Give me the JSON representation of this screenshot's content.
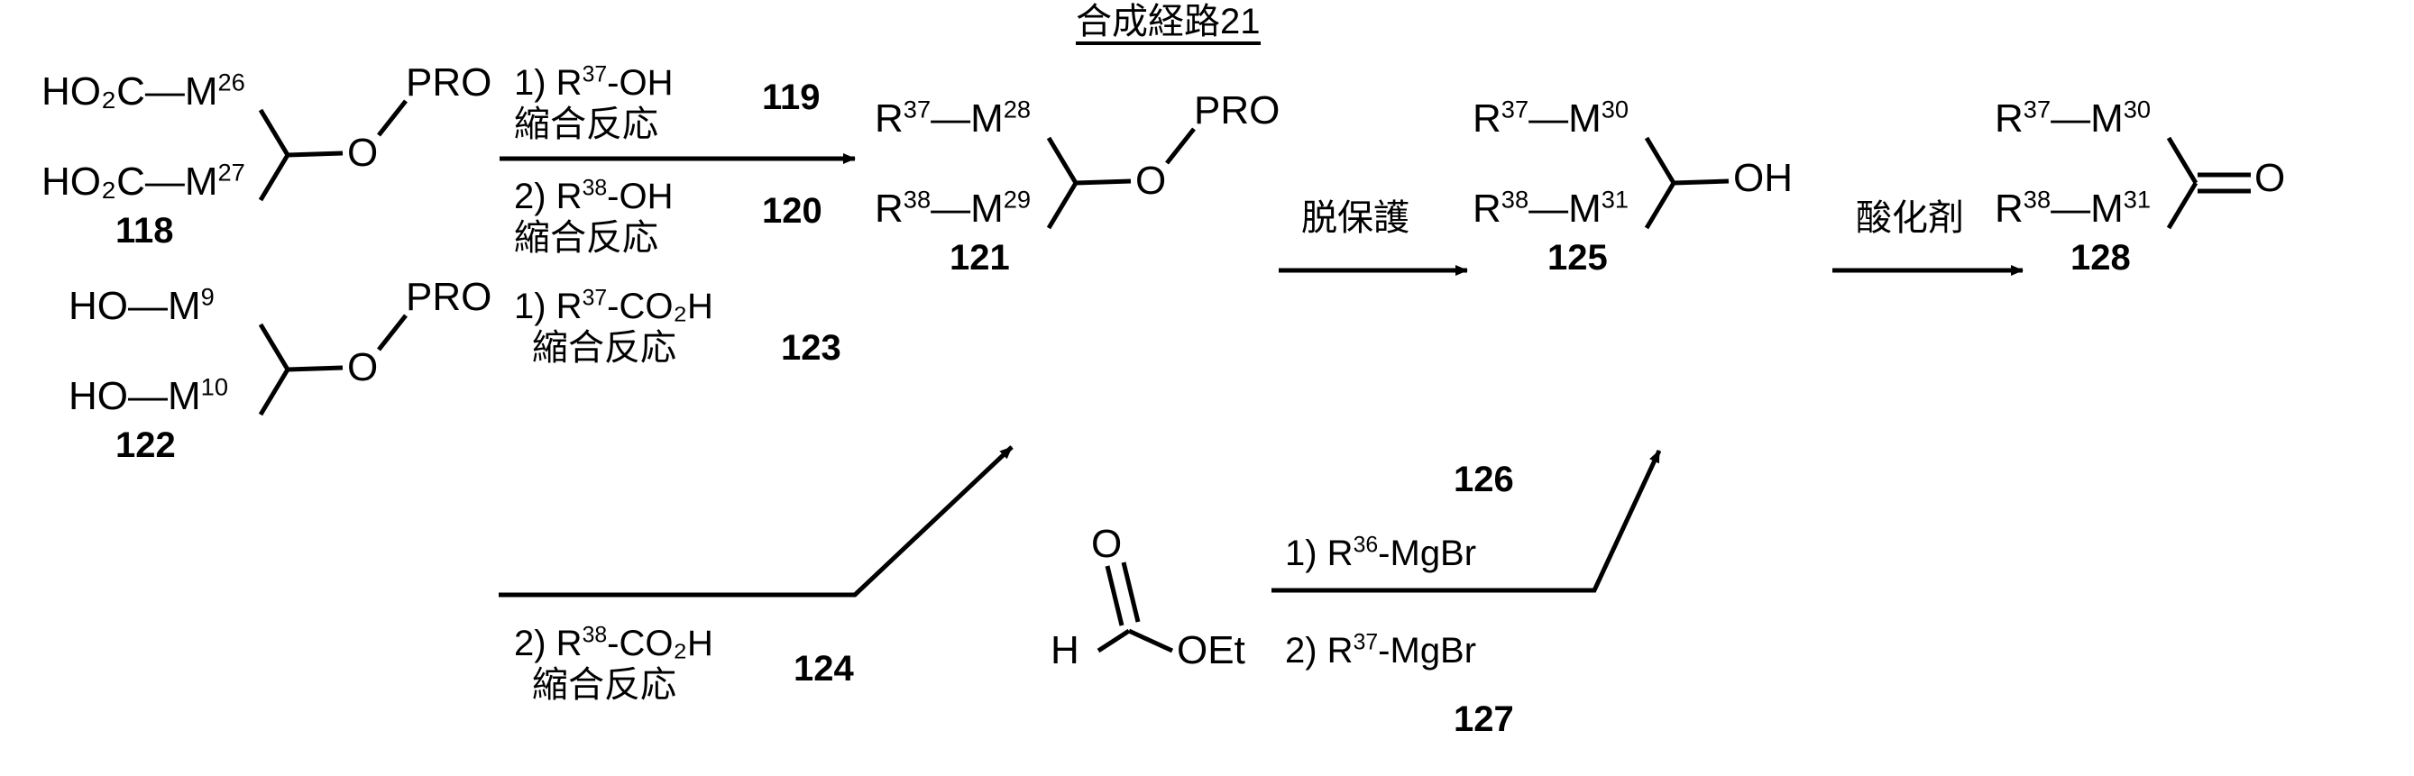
{
  "title": "合成経路21",
  "structures": {
    "c118": {
      "top_left": "HO₂C",
      "top_m": "M",
      "top_m_sup": "26",
      "bottom_left": "HO₂C",
      "bottom_m": "M",
      "bottom_m_sup": "27",
      "hetero": "O",
      "protect": "PRO",
      "number": "118"
    },
    "c122": {
      "top_left": "HO",
      "top_m": "M",
      "top_m_sup": "9",
      "bottom_left": "HO",
      "bottom_m": "M",
      "bottom_m_sup": "10",
      "hetero": "O",
      "protect": "PRO",
      "number": "122"
    },
    "c121": {
      "top_left": "R",
      "top_left_sup": "37",
      "top_m": "M",
      "top_m_sup": "28",
      "bottom_left": "R",
      "bottom_left_sup": "38",
      "bottom_m": "M",
      "bottom_m_sup": "29",
      "hetero": "O",
      "protect": "PRO",
      "number": "121"
    },
    "c125": {
      "top_left": "R",
      "top_left_sup": "37",
      "top_m": "M",
      "top_m_sup": "30",
      "bottom_left": "R",
      "bottom_left_sup": "38",
      "bottom_m": "M",
      "bottom_m_sup": "31",
      "hydroxyl": "OH",
      "number": "125"
    },
    "c128": {
      "top_left": "R",
      "top_left_sup": "37",
      "top_m": "M",
      "top_m_sup": "30",
      "bottom_left": "R",
      "bottom_left_sup": "38",
      "bottom_m": "M",
      "bottom_m_sup": "31",
      "carbonyl_o": "O",
      "number": "128"
    },
    "c126": {
      "h": "H",
      "carbonyl_o": "O",
      "oet": "OEt",
      "number": "126"
    }
  },
  "reactions": {
    "arrow1": {
      "step1_prefix": "1) R",
      "step1_sup": "37",
      "step1_suffix": "-OH",
      "step1_jp": "縮合反応",
      "step1_ref": "119",
      "step2_prefix": "2) R",
      "step2_sup": "38",
      "step2_suffix": "-OH",
      "step2_jp": "縮合反応",
      "step2_ref": "120"
    },
    "arrow2": {
      "step1_prefix": "1) R",
      "step1_sup": "37",
      "step1_suffix": "-CO₂H",
      "step1_jp": "縮合反応",
      "step1_ref": "123",
      "step2_prefix": "2) R",
      "step2_sup": "38",
      "step2_suffix": "-CO₂H",
      "step2_jp": "縮合反応",
      "step2_ref": "124"
    },
    "arrow3": {
      "label": "脱保護"
    },
    "arrow4": {
      "step1_prefix": "1) R",
      "step1_sup": "36",
      "step1_suffix": "-MgBr",
      "step2_prefix": "2) R",
      "step2_sup": "37",
      "step2_suffix": "-MgBr",
      "ref": "127"
    },
    "arrow5": {
      "label": "酸化剤"
    }
  },
  "colors": {
    "ink": "#000000",
    "background": "#ffffff"
  }
}
